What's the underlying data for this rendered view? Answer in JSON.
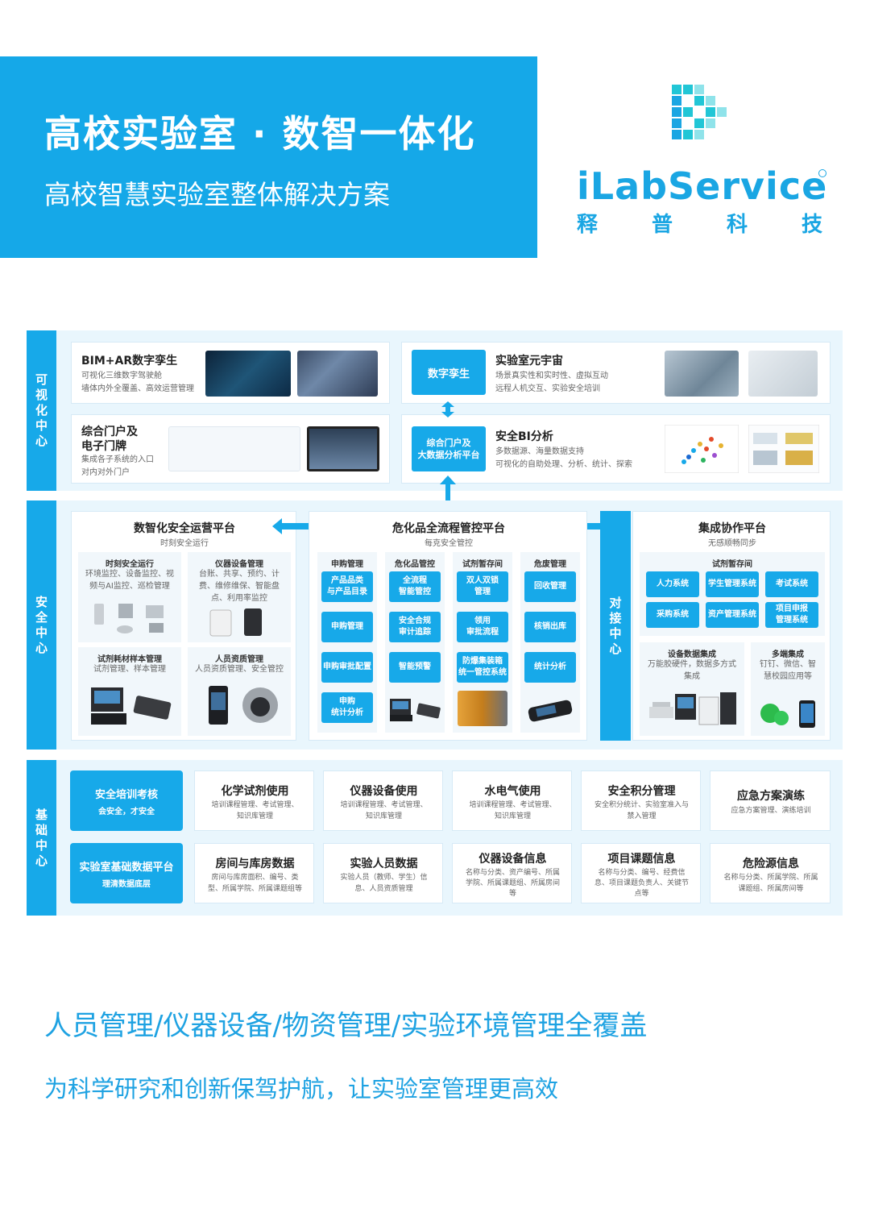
{
  "hero": {
    "title": "高校实验室 · 数智一体化",
    "subtitle": "高校智慧实验室整体解决方案"
  },
  "brand": {
    "name": "iLabService",
    "cn": [
      "释",
      "普",
      "科",
      "技"
    ]
  },
  "side": {
    "visual": "可视化中心",
    "safety": "安全中心",
    "base": "基础中心"
  },
  "vis": {
    "bim": {
      "title": "BIM+AR数字孪生",
      "desc1": "可视化三维数字驾驶舱",
      "desc2": "墙体内外全覆盖、高效运营管理"
    },
    "portal": {
      "title1": "综合门户及",
      "title2": "电子门牌",
      "desc1": "集成各子系统的入口",
      "desc2": "对内对外门户"
    },
    "twin_btn": "数字孪生",
    "portal_btn1": "综合门户及",
    "portal_btn2": "大数据分析平台",
    "meta": {
      "title": "实验室元宇宙",
      "desc1": "场景真实性和实时性、虚拟互动",
      "desc2": "远程人机交互、实验安全培训"
    },
    "bi": {
      "title": "安全BI分析",
      "desc1": "多数据源、海量数据支持",
      "desc2": "可视化的自助处理、分析、统计、探索"
    }
  },
  "ops": {
    "title": "数智化安全运营平台",
    "sub": "时刻安全运行",
    "c1": {
      "t": "时刻安全运行",
      "d1": "环境监控、设备监控、视",
      "d2": "频与AI监控、巡检管理"
    },
    "c2": {
      "t": "仪器设备管理",
      "d1": "台账、共享、预约、计",
      "d2": "费、维修维保、智能盘",
      "d3": "点、利用率监控"
    },
    "c3": {
      "t": "试剂耗材样本管理",
      "d1": "试剂管理、样本管理"
    },
    "c4": {
      "t": "人员资质管理",
      "d1": "人员资质管理、安全管控"
    }
  },
  "chem": {
    "title": "危化品全流程管控平台",
    "sub": "每克安全管控",
    "cols": [
      "申购管理",
      "危化品管控",
      "试剂暂存间",
      "危废管理"
    ],
    "b": {
      "a1": "产品品类",
      "a2": "与产品目录",
      "a3": "申购管理",
      "a4": "申购审批配置",
      "a5": "申购",
      "a6": "统计分析",
      "b1": "全流程",
      "b2": "智能管控",
      "b3": "安全合规",
      "b4": "审计追踪",
      "b5": "智能预警",
      "c1": "双人双锁",
      "c2": "管理",
      "c3": "领用",
      "c4": "审批流程",
      "c5": "防爆集装箱",
      "c6": "统一管控系统",
      "d1": "回收管理",
      "d2": "核销出库",
      "d3": "统计分析"
    }
  },
  "dock": {
    "label": "对接中心"
  },
  "collab": {
    "title": "集成协作平台",
    "sub": "无感顺畅同步",
    "storage": "试剂暂存间",
    "systems": [
      "人力系统",
      "学生管理系统",
      "考试系统",
      "采购系统",
      "资产管理系统"
    ],
    "proj1": "项目申报",
    "proj2": "管理系统",
    "dev": {
      "t": "设备数据集成",
      "d1": "万能胶硬件，数据多方式",
      "d2": "集成"
    },
    "multi": {
      "t": "多端集成",
      "d1": "钉钉、微信、智",
      "d2": "慧校园应用等"
    }
  },
  "base": {
    "btn1": {
      "t": "安全培训考核",
      "s": "会安全，才安全"
    },
    "btn2": {
      "t": "实验室基础数据平台",
      "s": "理清数据底层"
    },
    "row1": [
      {
        "t": "化学试剂使用",
        "d1": "培训课程管理、考试管理、",
        "d2": "知识库管理"
      },
      {
        "t": "仪器设备使用",
        "d1": "培训课程管理、考试管理、",
        "d2": "知识库管理"
      },
      {
        "t": "水电气使用",
        "d1": "培训课程管理、考试管理、",
        "d2": "知识库管理"
      },
      {
        "t": "安全积分管理",
        "d1": "安全积分统计、实验室准入与",
        "d2": "禁入管理"
      },
      {
        "t": "应急方案演练",
        "d1": "应急方案管理、演练培训",
        "d2": ""
      }
    ],
    "row2": [
      {
        "t": "房间与库房数据",
        "d1": "房间与库房面积、编号、类",
        "d2": "型、所属学院、所属课题组等",
        "d3": ""
      },
      {
        "t": "实验人员数据",
        "d1": "实验人员（教师、学生）信",
        "d2": "息、人员资质管理",
        "d3": ""
      },
      {
        "t": "仪器设备信息",
        "d1": "名称与分类、资产编号、所属",
        "d2": "学院、所属课题组、所属房间",
        "d3": "等"
      },
      {
        "t": "项目课题信息",
        "d1": "名称与分类、编号、经费信",
        "d2": "息、项目课题负责人、关键节",
        "d3": "点等"
      },
      {
        "t": "危险源信息",
        "d1": "名称与分类、所属学院、所属",
        "d2": "课题组、所属房间等",
        "d3": ""
      }
    ]
  },
  "footer": {
    "line1": "人员管理/仪器设备/物资管理/实验环境管理全覆盖",
    "line2": "为科学研究和创新保驾护航，让实验室管理更高效"
  },
  "colors": {
    "accent": "#17a9e9",
    "bg_light": "#e9f6fd"
  }
}
